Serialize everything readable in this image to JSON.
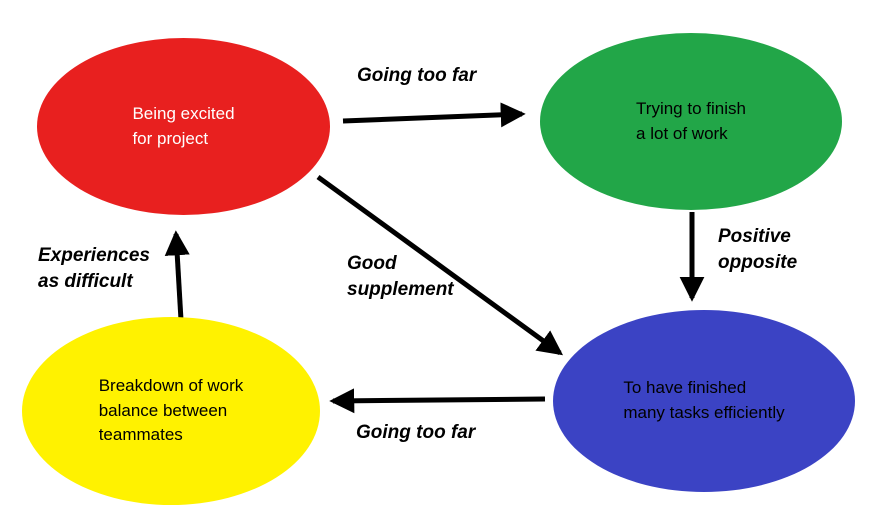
{
  "diagram": {
    "background_color": "#ffffff",
    "arrow_color": "#000000",
    "nodes": [
      {
        "id": "being-excited",
        "label": "Being excited\nfor project",
        "color": "#e8201f",
        "text_color": "#ffffff"
      },
      {
        "id": "trying-finish",
        "label": "Trying to finish\na lot of work",
        "color": "#22a648",
        "text_color": "#000000"
      },
      {
        "id": "finished-tasks",
        "label": "To have finished\nmany tasks efficiently",
        "color": "#3b43c4",
        "text_color": "#000000"
      },
      {
        "id": "breakdown",
        "label": "Breakdown of work\nbalance between\nteammates",
        "color": "#fff200",
        "text_color": "#000000"
      }
    ],
    "edges": [
      {
        "from": "being-excited",
        "to": "trying-finish",
        "label": "Going too far"
      },
      {
        "from": "trying-finish",
        "to": "finished-tasks",
        "label": "Positive\nopposite"
      },
      {
        "from": "being-excited",
        "to": "finished-tasks",
        "label": "Good\nsupplement"
      },
      {
        "from": "finished-tasks",
        "to": "breakdown",
        "label": "Going too far"
      },
      {
        "from": "breakdown",
        "to": "being-excited",
        "label": "Experiences\nas difficult"
      }
    ]
  }
}
